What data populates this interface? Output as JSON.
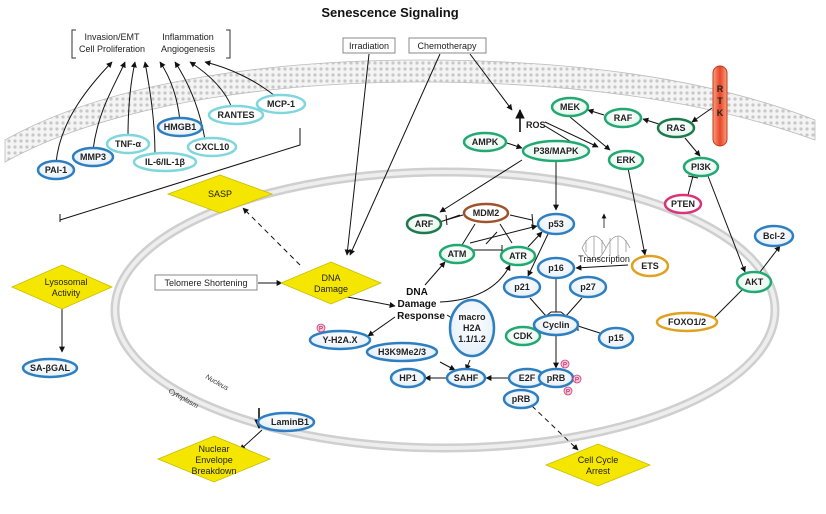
{
  "title": "Senescence Signaling",
  "bracket_top": {
    "line1a": "Invasion/EMT",
    "line1b": "Inflammation",
    "line2a": "Cell Proliferation",
    "line2b": "Angiogenesis"
  },
  "stimuli": {
    "irradiation": "Irradiation",
    "chemotherapy": "Chemotherapy",
    "telomere": "Telomere Shortening"
  },
  "sasp_factors": {
    "pai1": "PAI-1",
    "mmp3": "MMP3",
    "tnfa": "TNF-α",
    "il6": "IL-6/IL-1β",
    "hmgb1": "HMGB1",
    "cxcl10": "CXCL10",
    "rantes": "RANTES",
    "mcp1": "MCP-1"
  },
  "nodes": {
    "sasp": "SASP",
    "dna_damage_1": "DNA",
    "dna_damage_2": "Damage",
    "ros": "ROS",
    "mek": "MEK",
    "raf": "RAF",
    "ras": "RAS",
    "rtk": "RTK",
    "ampk": "AMPK",
    "p38": "P38/MAPK",
    "erk": "ERK",
    "pi3k": "PI3K",
    "pten": "PTEN",
    "arf": "ARF",
    "mdm2": "MDM2",
    "p53": "p53",
    "atm": "ATM",
    "atr": "ATR",
    "transcription": "Transcription",
    "ets": "ETS",
    "p16": "p16",
    "p21": "p21",
    "p27": "p27",
    "cdk": "CDK",
    "cyclin": "Cyclin",
    "p15": "p15",
    "akt": "AKT",
    "bcl2": "Bcl-2",
    "foxo": "FOXO1/2",
    "ddr1": "DNA",
    "ddr2": "Damage",
    "ddr3": "Response",
    "macro1": "macro",
    "macro2": "H2A",
    "macro3": "1.1/1.2",
    "gh2ax": "Y-H2A.X",
    "h3k9": "H3K9Me2/3",
    "hp1": "HP1",
    "sahf": "SAHF",
    "e2f": "E2F",
    "prb": "pRB",
    "prb2": "pRB",
    "laminb1": "LaminB1",
    "lyso1": "Lysosomal",
    "lyso2": "Activity",
    "sabgal": "SA-βGAL",
    "neb1": "Nuclear",
    "neb2": "Envelope",
    "neb3": "Breakdown",
    "cca1": "Cell Cycle",
    "cca2": "Arrest",
    "p": "P"
  },
  "compartments": {
    "nucleus": "Nucleus",
    "cytoplasm": "Cytoplasm"
  },
  "colors": {
    "green": "#22a872",
    "blue": "#2f7fc0",
    "cyan": "#7fd6dc",
    "orange": "#e0a020",
    "brown": "#a0522d",
    "pink": "#d9337a",
    "diamond": "#f5e600",
    "rtk": "#e8452a"
  }
}
